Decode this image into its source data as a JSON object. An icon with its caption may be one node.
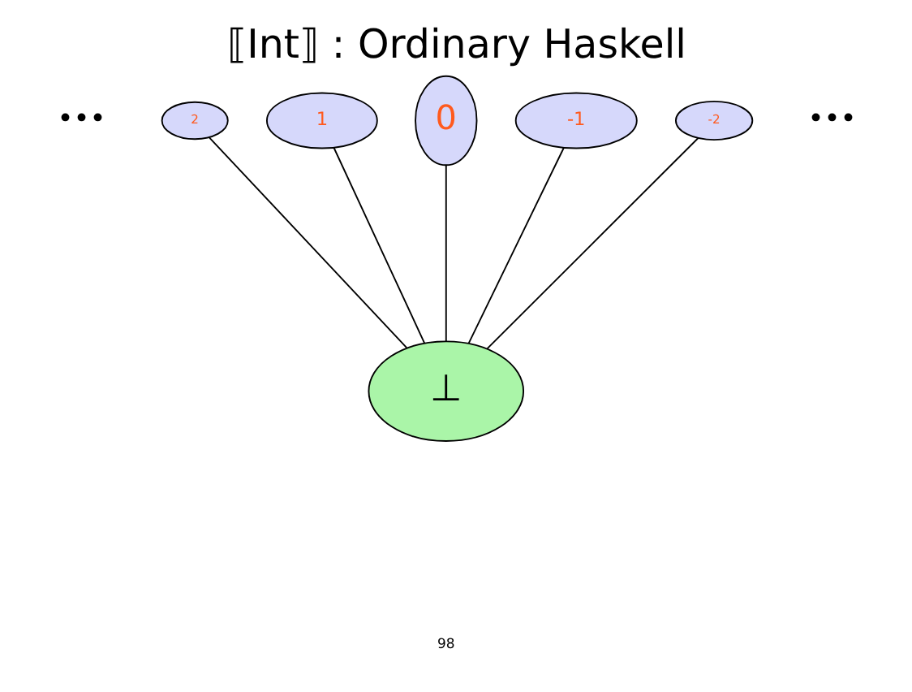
{
  "diagram": {
    "title": "⟦Int⟧ : Ordinary Haskell",
    "nodes": [
      {
        "text": [
          "2"
        ]
      },
      {
        "text": [
          "1"
        ]
      },
      {
        "text": [
          "0"
        ]
      },
      {
        "text": [
          "-1"
        ]
      },
      {
        "text": [
          "-2"
        ]
      },
      {
        "text": [
          "⊥"
        ]
      }
    ],
    "edges": [
      {
        "from": 0,
        "to": 5,
        "arrow": "none"
      },
      {
        "from": 1,
        "to": 5,
        "arrow": "none"
      },
      {
        "from": 2,
        "to": 5,
        "arrow": "none"
      },
      {
        "from": 3,
        "to": 5,
        "arrow": "none"
      },
      {
        "from": 4,
        "to": 5,
        "arrow": "none"
      }
    ],
    "labels": [
      "•••",
      "•••",
      "98"
    ]
  }
}
